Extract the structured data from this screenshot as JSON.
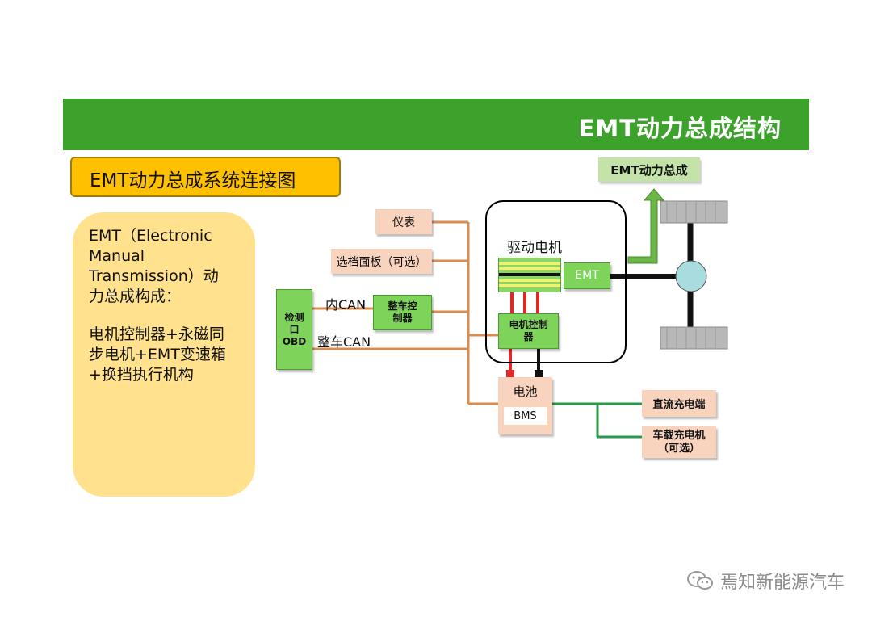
{
  "header": {
    "title": "EMT动力总成结构"
  },
  "subtitle": "EMT动力总成系统连接图",
  "description": {
    "line1": "EMT（Electronic\nManual\nTransmission）动\n力总成构成：",
    "line2": "电机控制器+永磁同\n步电机+EMT变速箱\n+换挡执行机构"
  },
  "diagram": {
    "emt_assembly_label": "EMT动力总成",
    "instrument": "仪表",
    "shift_panel": "选档面板（可选）",
    "obd_port": "检测\n口\nOBD",
    "inner_can": "内CAN",
    "vehicle_can": "整车CAN",
    "vehicle_controller": "整车控\n制器",
    "drive_motor": "驱动电机",
    "emt_box": "EMT",
    "motor_controller": "电机控制\n器",
    "battery": "电池",
    "bms": "BMS",
    "dc_charge_port": "直流充电端",
    "onboard_charger": "车载充电机\n（可选）"
  },
  "colors": {
    "banner": "#3ca22c",
    "subtitle_bg": "#ffc000",
    "desc_bg": "#ffe18e",
    "peach": "#f8d4bf",
    "green_box": "#7ed35a",
    "can_line": "#d98c50",
    "charge_line": "#2a9a4a",
    "wheel_hub": "#a8dcdf"
  },
  "watermark": {
    "icon": "wechat-icon",
    "text": "焉知新能源汽车"
  }
}
